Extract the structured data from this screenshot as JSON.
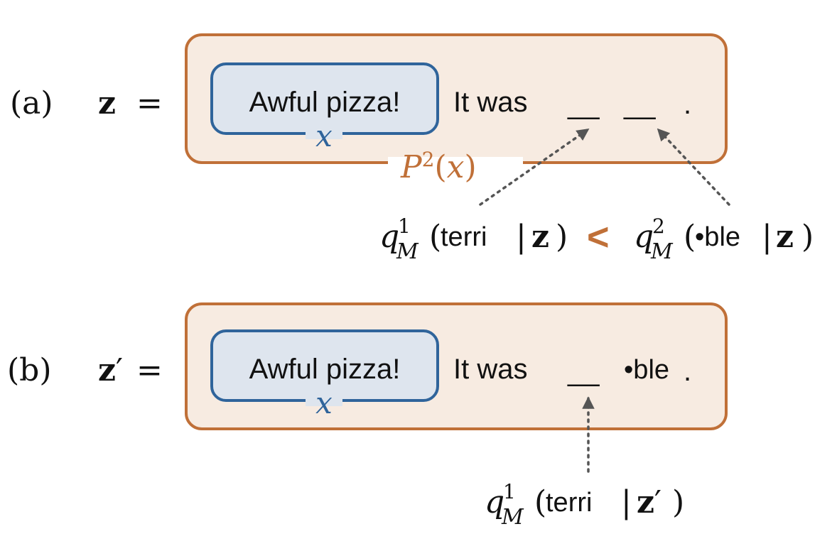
{
  "colors": {
    "outer_fill": "#f7ebe1",
    "outer_stroke": "#c07038",
    "inner_fill": "#dee5ee",
    "inner_stroke": "#2f649b",
    "x_label": "#2f649b",
    "pattern_label": "#c07038",
    "less_than": "#c07038",
    "arrow": "#555555",
    "text": "#111111"
  },
  "panel_a": {
    "label": "(a)",
    "var": "z",
    "equals": "=",
    "input_text": "Awful pizza!",
    "input_var": "x",
    "template_text": "It was",
    "blank1": "__",
    "blank2": "__",
    "period": ".",
    "pattern_label": {
      "name": "P",
      "sup": "2",
      "open": "(",
      "arg": "x",
      "close": ")"
    },
    "equation": {
      "left": {
        "q": "q",
        "sup": "1",
        "sub": "M",
        "open": "(",
        "token": "terri",
        "bar": "|",
        "cond": "z",
        "close": ")"
      },
      "op": "<",
      "right": {
        "q": "q",
        "sup": "2",
        "sub": "M",
        "open": "(",
        "token": "•ble",
        "bar": "|",
        "cond": "z",
        "close": ")"
      }
    }
  },
  "panel_b": {
    "label": "(b)",
    "var": "z",
    "prime": "′",
    "equals": "=",
    "input_text": "Awful pizza!",
    "input_var": "x",
    "template_text": "It was",
    "blank": "__",
    "token": "•ble",
    "period": ".",
    "equation": {
      "q": "q",
      "sup": "1",
      "sub": "M",
      "open": "(",
      "token": "terri",
      "bar": "|",
      "cond": "z",
      "prime": "′",
      "close": ")"
    }
  }
}
